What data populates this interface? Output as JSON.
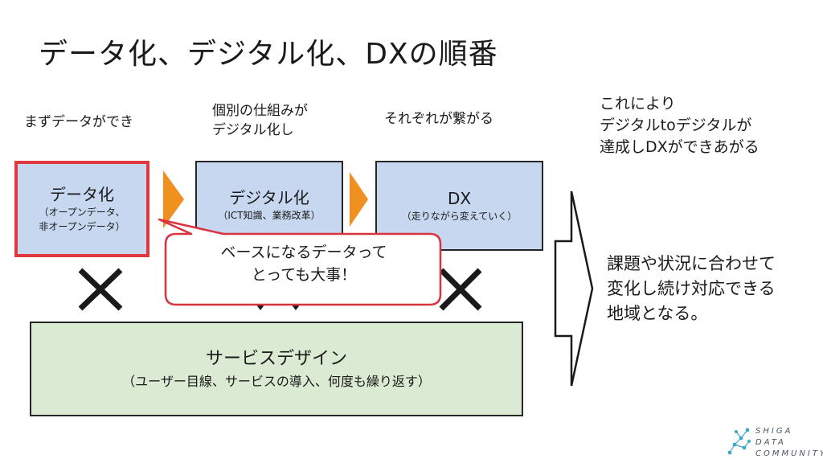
{
  "title": "データ化、デジタル化、DXの順番",
  "steps": [
    {
      "caption": [
        "まずデータができ"
      ],
      "box_title": "データ化",
      "box_sub": [
        "（オープンデータ、",
        "非オープンデータ）"
      ]
    },
    {
      "caption": [
        "個別の仕組みが",
        "デジタル化し"
      ],
      "box_title": "デジタル化",
      "box_sub": [
        "（ICT知識、業務改革）"
      ]
    },
    {
      "caption": [
        "それぞれが繋がる"
      ],
      "box_title": "DX",
      "box_sub": [
        "（走りながら変えていく）"
      ]
    }
  ],
  "outcome_caption": [
    "これにより",
    "デジタルtoデジタルが",
    "達成しDXができあがる"
  ],
  "callout": [
    "ベースになるデータって",
    "とっても大事！"
  ],
  "service": {
    "title": "サービスデザイン",
    "sub": "（ユーザー目線、サービスの導入、何度も繰り返す）"
  },
  "result": [
    "課題や状況に合わせて",
    "変化し続け対応できる",
    "地域となる。"
  ],
  "logo": {
    "lines": [
      "SHIGA",
      "DATA",
      "COMMUNITY"
    ],
    "icon": "network-icon"
  },
  "colors": {
    "box_fill": "#c6d7ef",
    "service_fill": "#dbead3",
    "highlight_border": "#e0383e",
    "arrow": "#f0901e",
    "callout_border": "#d9333f"
  }
}
